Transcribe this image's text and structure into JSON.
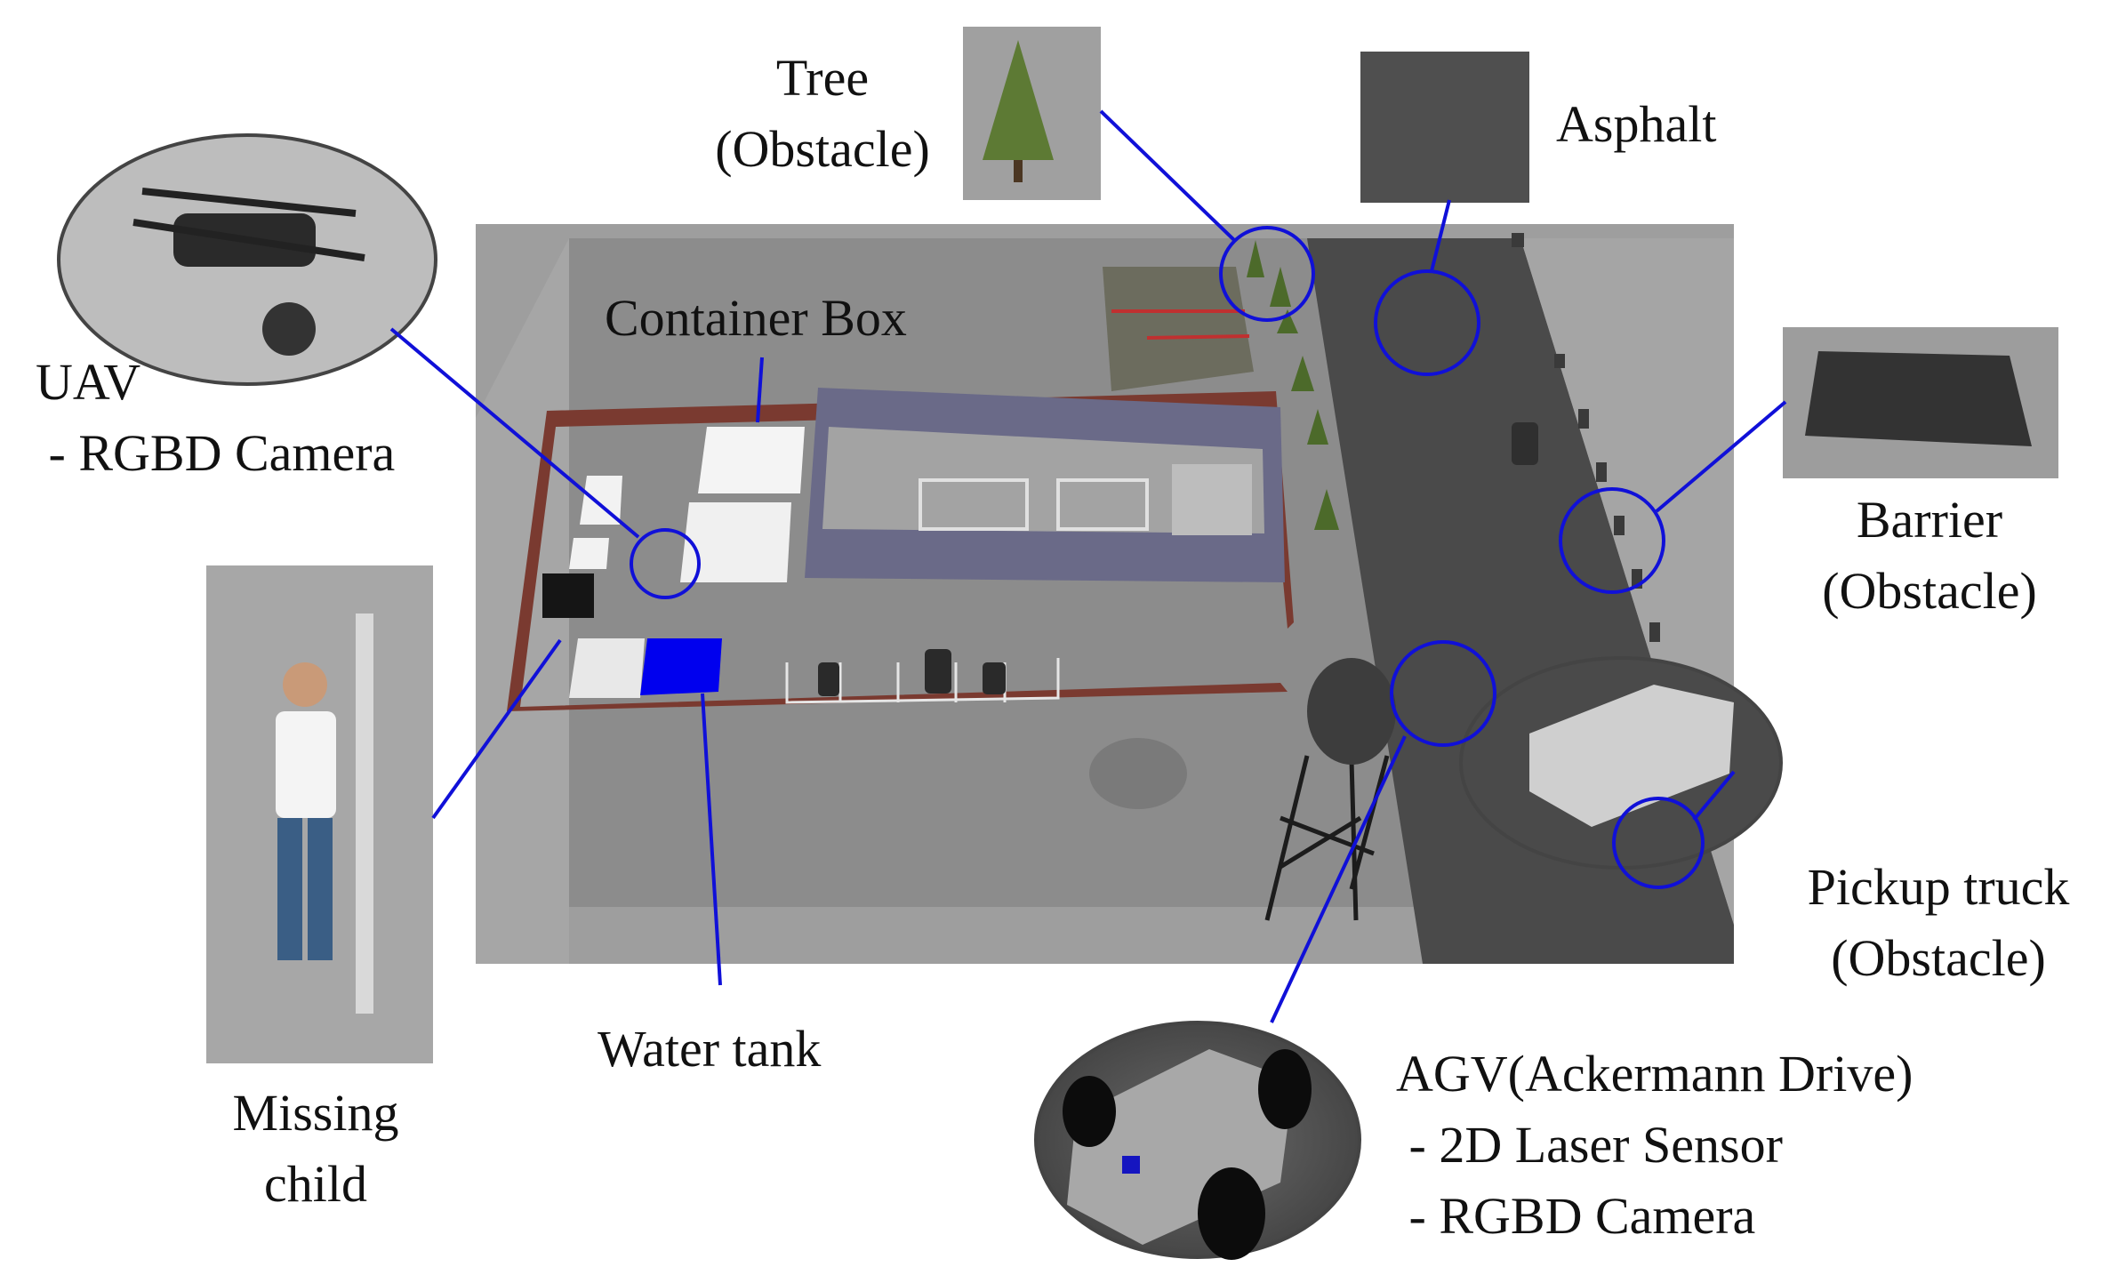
{
  "labels": {
    "tree": [
      "Tree",
      "(Obstacle)"
    ],
    "asphalt": "Asphalt",
    "container": "Container Box",
    "uav": [
      "UAV",
      " - RGBD Camera"
    ],
    "barrier": [
      "Barrier",
      "(Obstacle)"
    ],
    "pickup": [
      "Pickup truck",
      "(Obstacle)"
    ],
    "missing": [
      "Missing",
      "child"
    ],
    "water": "Water tank",
    "agv": [
      "AGV(Ackermann Drive)",
      " - 2D Laser Sensor",
      " - RGBD Camera"
    ]
  },
  "colors": {
    "callout": "#1010d8",
    "ground": "#8e8e8e",
    "asphalt": "#4a4a4a",
    "wall": "#7a3a30",
    "building": "#6a6a88",
    "water_tank_box": "#0000ee"
  }
}
